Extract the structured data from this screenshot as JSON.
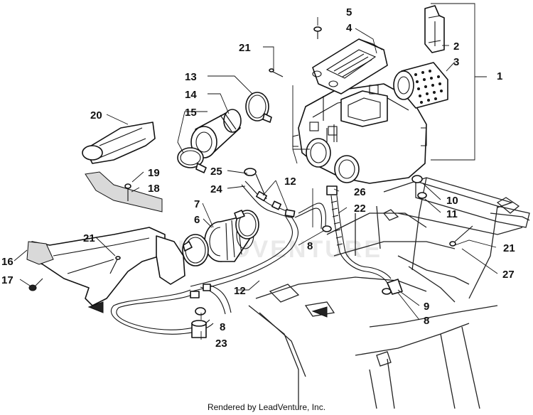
{
  "callouts": {
    "c1": "1",
    "c2": "2",
    "c3": "3",
    "c4": "4",
    "c5": "5",
    "c6": "6",
    "c7": "7",
    "c8a": "8",
    "c8b": "8",
    "c8c": "8",
    "c9": "9",
    "c10": "10",
    "c11": "11",
    "c12a": "12",
    "c12b": "12",
    "c13": "13",
    "c14": "14",
    "c15": "15",
    "c16": "16",
    "c17": "17",
    "c18": "18",
    "c19": "19",
    "c20": "20",
    "c21a": "21",
    "c21b": "21",
    "c21c": "21",
    "c22": "22",
    "c23": "23",
    "c24": "24",
    "c25": "25",
    "c26": "26",
    "c27": "27"
  },
  "watermark": "LEADVENTURE",
  "footer": "Rendered by LeadVenture, Inc."
}
